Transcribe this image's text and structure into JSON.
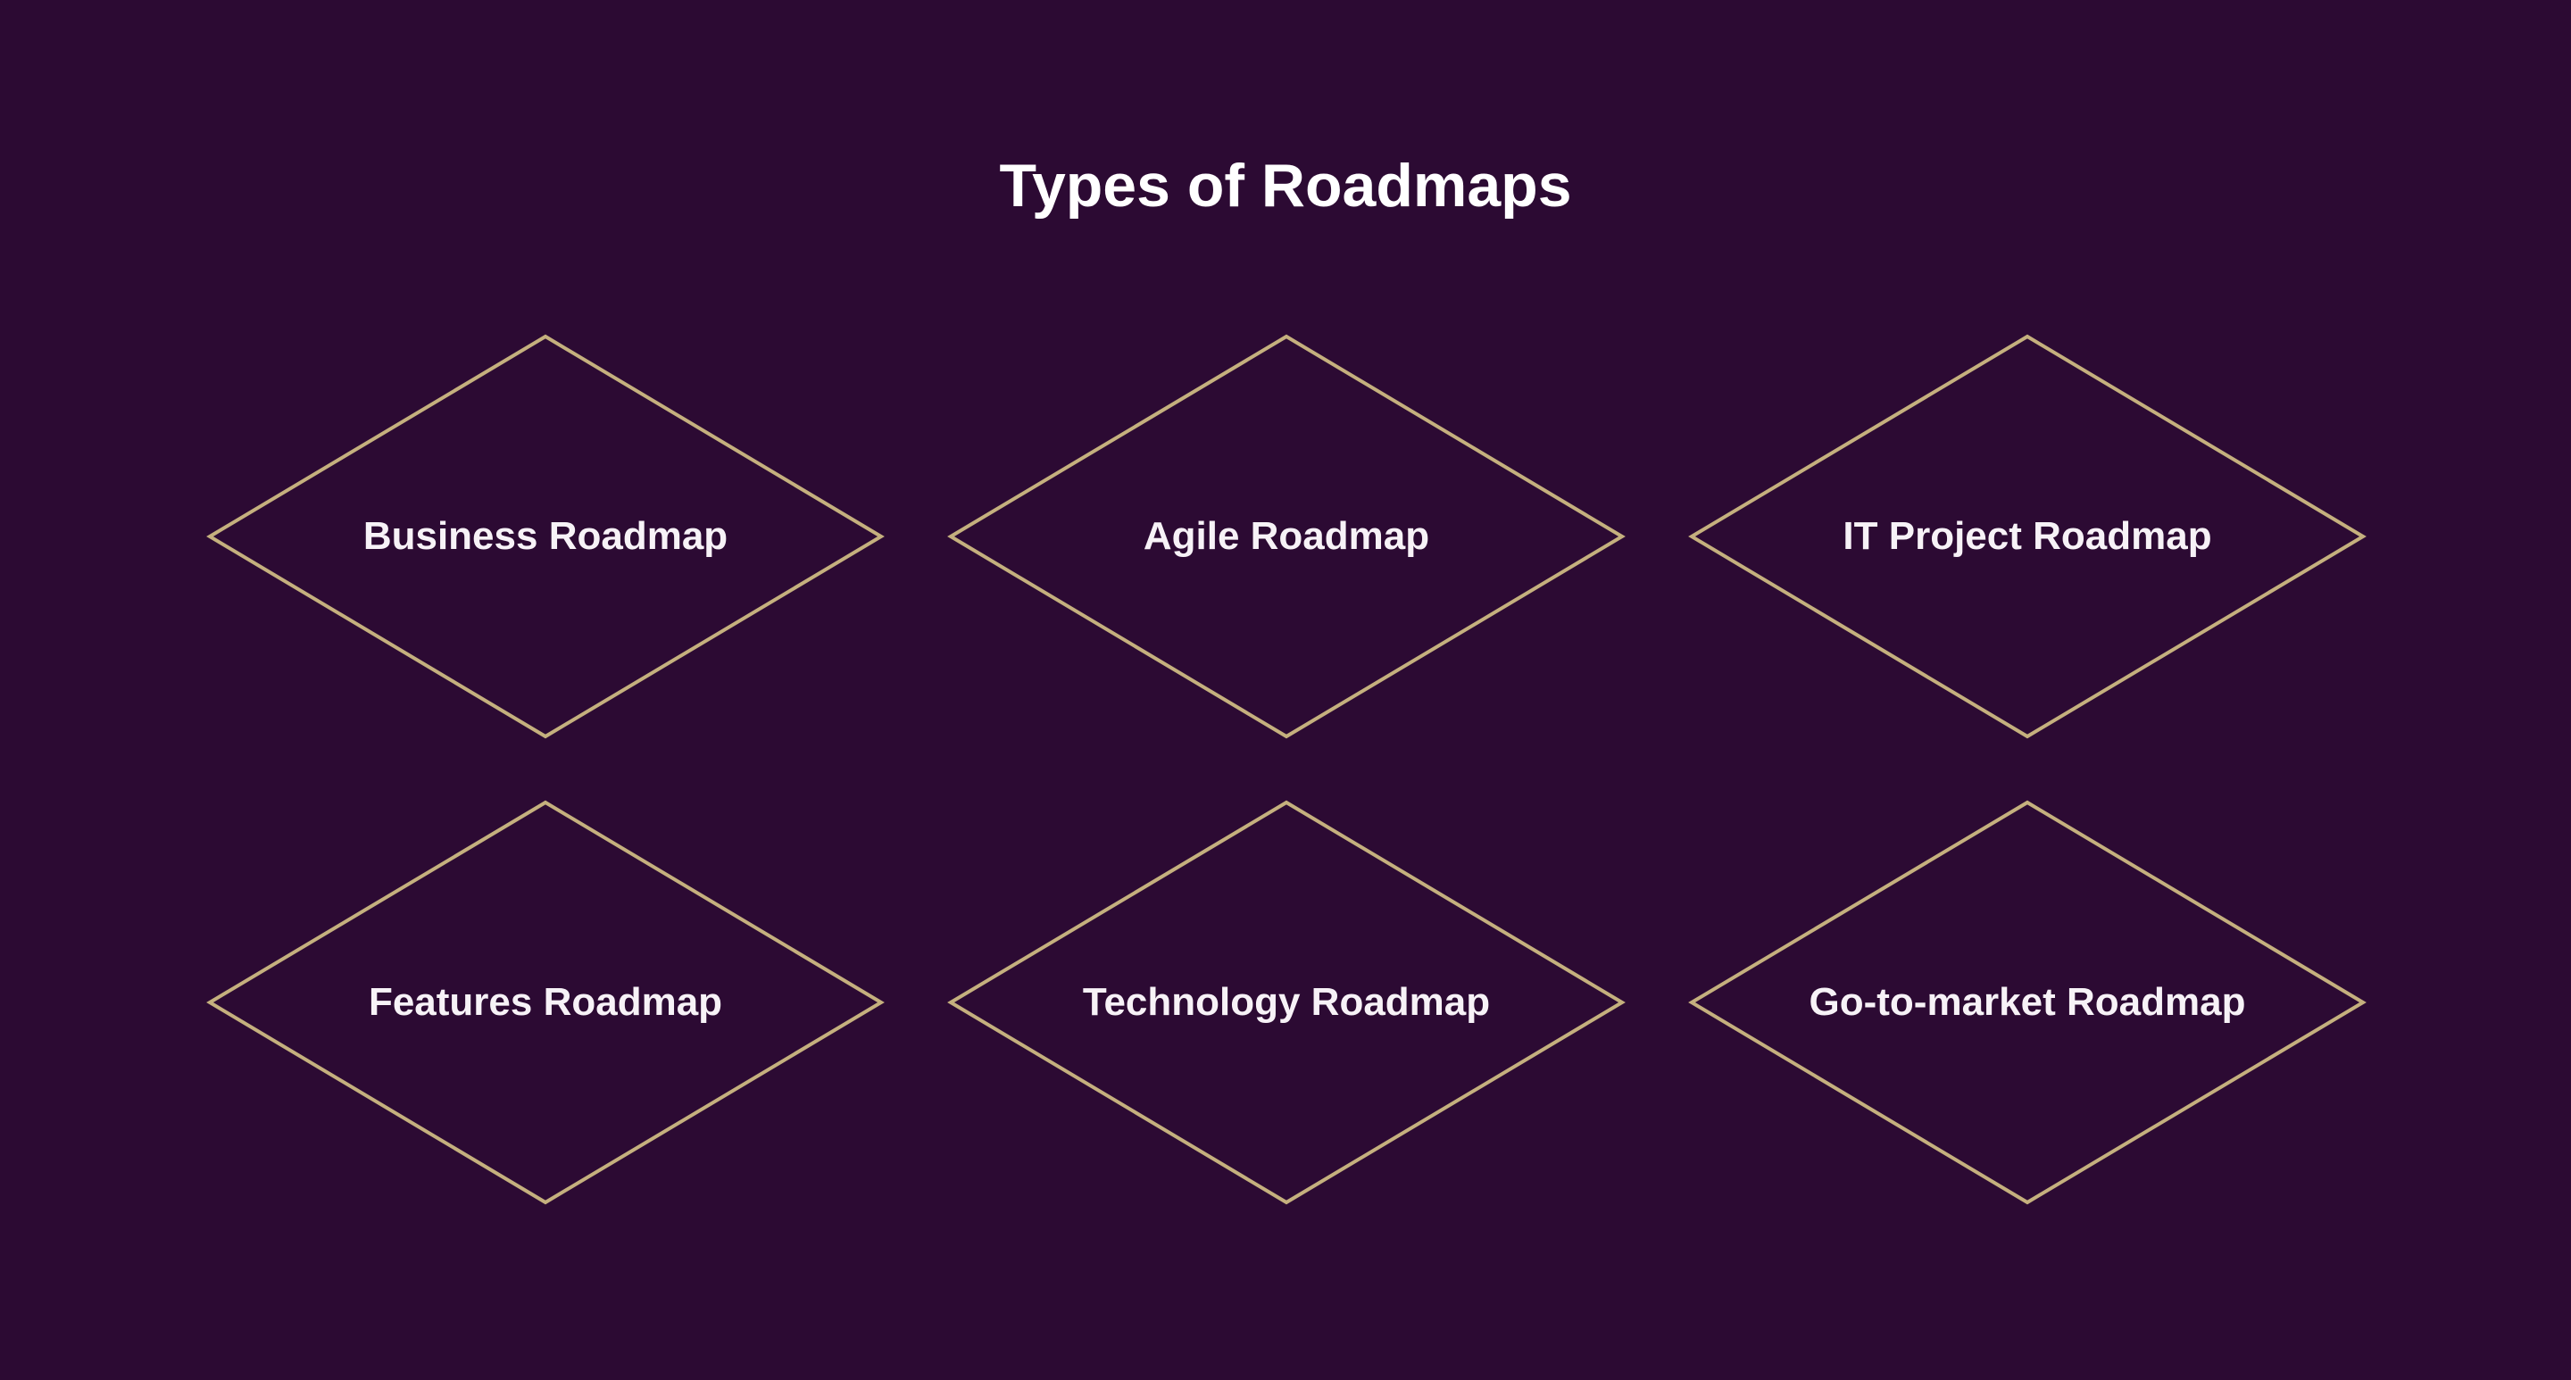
{
  "title": "Types of Roadmaps",
  "colors": {
    "background": "#2c0a33",
    "diamond_stroke": "#c5b07e",
    "text": "#ffffff"
  },
  "nodes": [
    {
      "label": "Business Roadmap",
      "shape": "diamond",
      "row": 0,
      "col": 0
    },
    {
      "label": "Agile Roadmap",
      "shape": "diamond",
      "row": 0,
      "col": 1
    },
    {
      "label": "IT Project Roadmap",
      "shape": "diamond",
      "row": 0,
      "col": 2
    },
    {
      "label": "Features Roadmap",
      "shape": "diamond",
      "row": 1,
      "col": 0
    },
    {
      "label": "Technology Roadmap",
      "shape": "diamond",
      "row": 1,
      "col": 1
    },
    {
      "label": "Go-to-market Roadmap",
      "shape": "diamond",
      "row": 1,
      "col": 2
    }
  ]
}
